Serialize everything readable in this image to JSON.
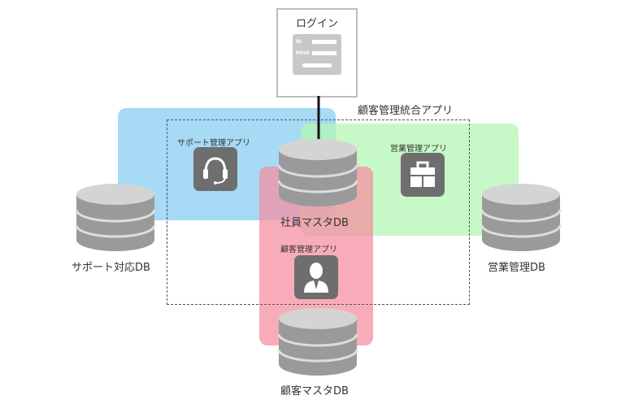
{
  "login": {
    "title": "ログイン",
    "id_label": "ID",
    "pass_label": "PASS"
  },
  "integrated_app": {
    "label": "顧客管理統合アプリ"
  },
  "apps": {
    "support": "サポート管理アプリ",
    "sales": "営業管理アプリ",
    "customer": "顧客管理アプリ"
  },
  "databases": {
    "employee_master": "社員マスタDB",
    "support": "サポート対応DB",
    "sales": "営業管理DB",
    "customer_master": "顧客マスタDB"
  },
  "colors": {
    "support_region": "#a6daf5",
    "sales_region": "#c6f5c6",
    "customer_region": "#f5a9b6",
    "icon_bg": "#6e6e6e",
    "db_body": "#9a9a9a",
    "db_top": "#d4d4d4"
  },
  "icons": {
    "support": "headset-icon",
    "sales": "briefcase-icon",
    "customer": "person-suit-icon",
    "login_form": "login-form-icon"
  }
}
